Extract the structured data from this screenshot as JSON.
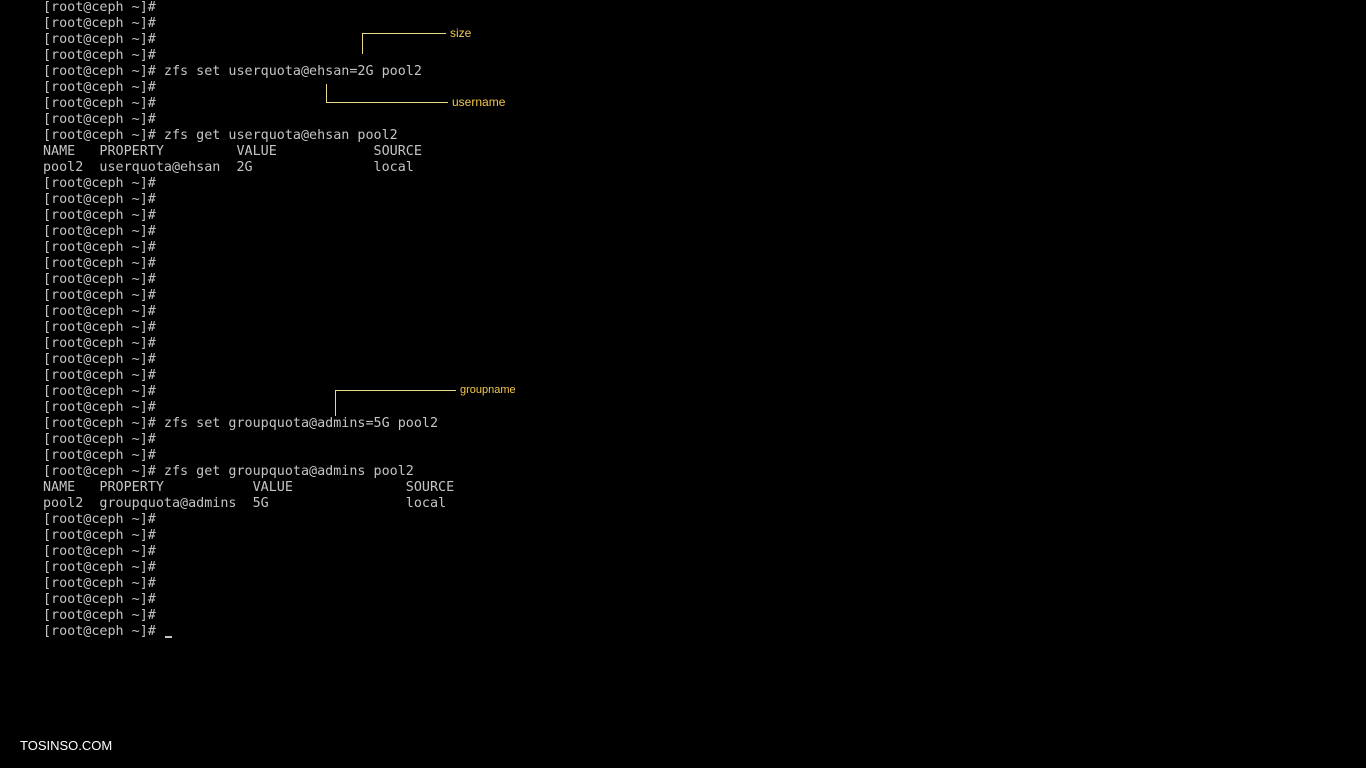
{
  "colors": {
    "background": "#000000",
    "terminal_text": "#c4c4c4",
    "annotation_text": "#f2c84b",
    "annotation_line": "#e8d98a",
    "watermark_text": "#ffffff"
  },
  "terminal": {
    "lines": [
      "[root@ceph ~]#",
      "[root@ceph ~]#",
      "[root@ceph ~]#",
      "[root@ceph ~]#",
      "[root@ceph ~]# zfs set userquota@ehsan=2G pool2",
      "[root@ceph ~]#",
      "[root@ceph ~]#",
      "[root@ceph ~]#",
      "[root@ceph ~]# zfs get userquota@ehsan pool2",
      "NAME   PROPERTY         VALUE            SOURCE",
      "pool2  userquota@ehsan  2G               local",
      "[root@ceph ~]#",
      "[root@ceph ~]#",
      "[root@ceph ~]#",
      "[root@ceph ~]#",
      "[root@ceph ~]#",
      "[root@ceph ~]#",
      "[root@ceph ~]#",
      "[root@ceph ~]#",
      "[root@ceph ~]#",
      "[root@ceph ~]#",
      "[root@ceph ~]#",
      "[root@ceph ~]#",
      "[root@ceph ~]#",
      "[root@ceph ~]#",
      "[root@ceph ~]#",
      "[root@ceph ~]# zfs set groupquota@admins=5G pool2",
      "[root@ceph ~]#",
      "[root@ceph ~]#",
      "[root@ceph ~]# zfs get groupquota@admins pool2",
      "NAME   PROPERTY           VALUE              SOURCE",
      "pool2  groupquota@admins  5G                 local",
      "[root@ceph ~]#",
      "[root@ceph ~]#",
      "[root@ceph ~]#",
      "[root@ceph ~]#",
      "[root@ceph ~]#",
      "[root@ceph ~]#",
      "[root@ceph ~]#"
    ],
    "prompt_line": "[root@ceph ~]# "
  },
  "annotations": {
    "size": "size",
    "username": "username",
    "groupname": "groupname"
  },
  "watermark": "TOSINSO.COM"
}
